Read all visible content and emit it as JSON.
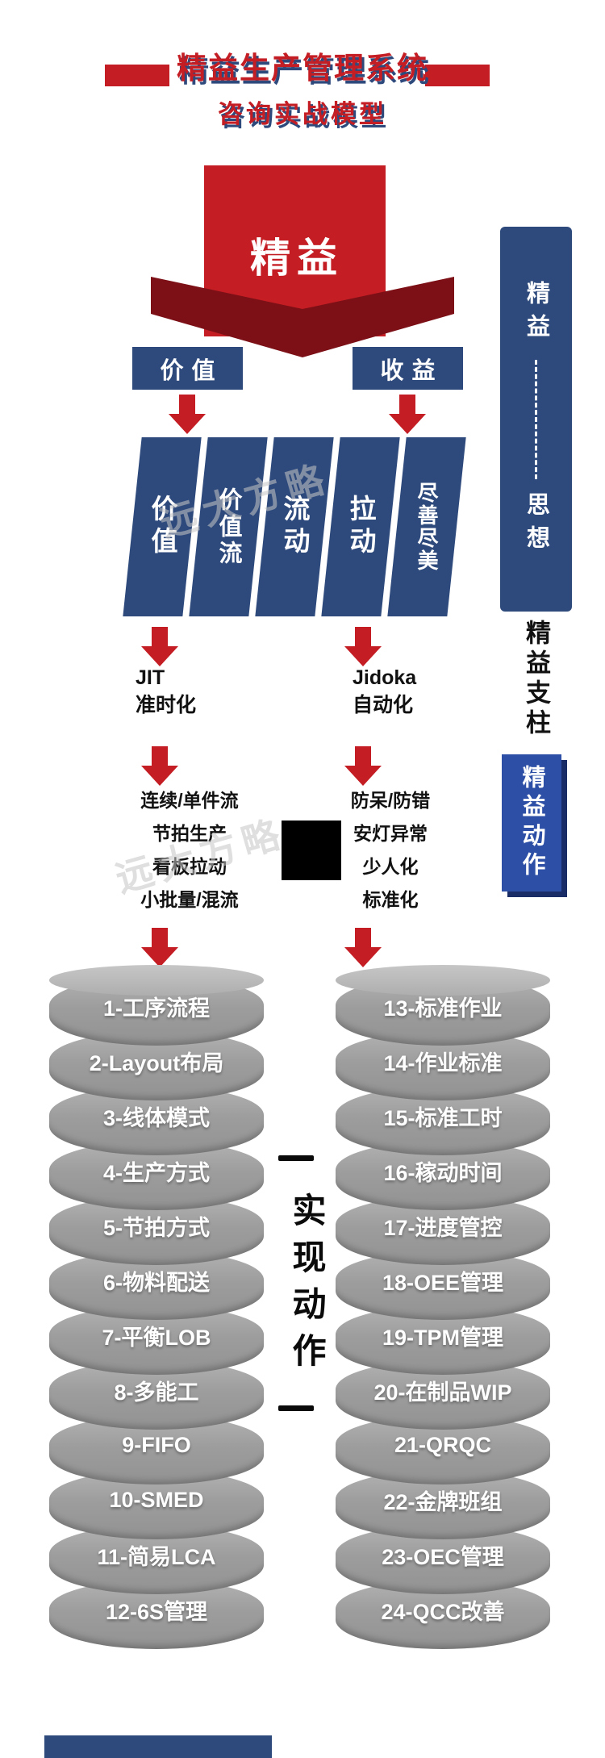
{
  "colors": {
    "red": "#c41d24",
    "dark_red": "#7c1016",
    "navy": "#2e4a7c",
    "action_blue": "#2d4fa5",
    "disc_gray": "#9d9d9d",
    "disc_cap_gray": "#bcbcbc"
  },
  "title": {
    "line1": "精益生产管理系统",
    "line2": "咨询实战模型"
  },
  "banner": {
    "label": "精益"
  },
  "top_boxes": {
    "left": "价值",
    "right": "收益"
  },
  "pillars": [
    "价值",
    "价值流",
    "流动",
    "拉动",
    "尽善尽美"
  ],
  "sidebar": {
    "thought_top": "精益",
    "thought_bottom": "思想",
    "pillars_label": "精益支柱",
    "actions_label": "精益动作"
  },
  "methods": {
    "jit": {
      "name": "JIT",
      "desc": "准时化"
    },
    "jidoka": {
      "name": "Jidoka",
      "desc": "自动化"
    }
  },
  "tool_lists": {
    "left": [
      "连续/单件流",
      "节拍生产",
      "看板拉动",
      "小批量/混流"
    ],
    "right": [
      "防呆/防错",
      "安灯异常",
      "少人化",
      "标准化"
    ]
  },
  "center_label": "实现动作",
  "stacks": {
    "left": [
      "1-工序流程",
      "2-Layout布局",
      "3-线体模式",
      "4-生产方式",
      "5-节拍方式",
      "6-物料配送",
      "7-平衡LOB",
      "8-多能工",
      "9-FIFO",
      "10-SMED",
      "11-简易LCA",
      "12-6S管理"
    ],
    "right": [
      "13-标准作业",
      "14-作业标准",
      "15-标准工时",
      "16-稼动时间",
      "17-进度管控",
      "18-OEE管理",
      "19-TPM管理",
      "20-在制品WIP",
      "21-QRQC",
      "22-金牌班组",
      "23-OEC管理",
      "24-QCC改善"
    ]
  },
  "watermark": "远大方略"
}
